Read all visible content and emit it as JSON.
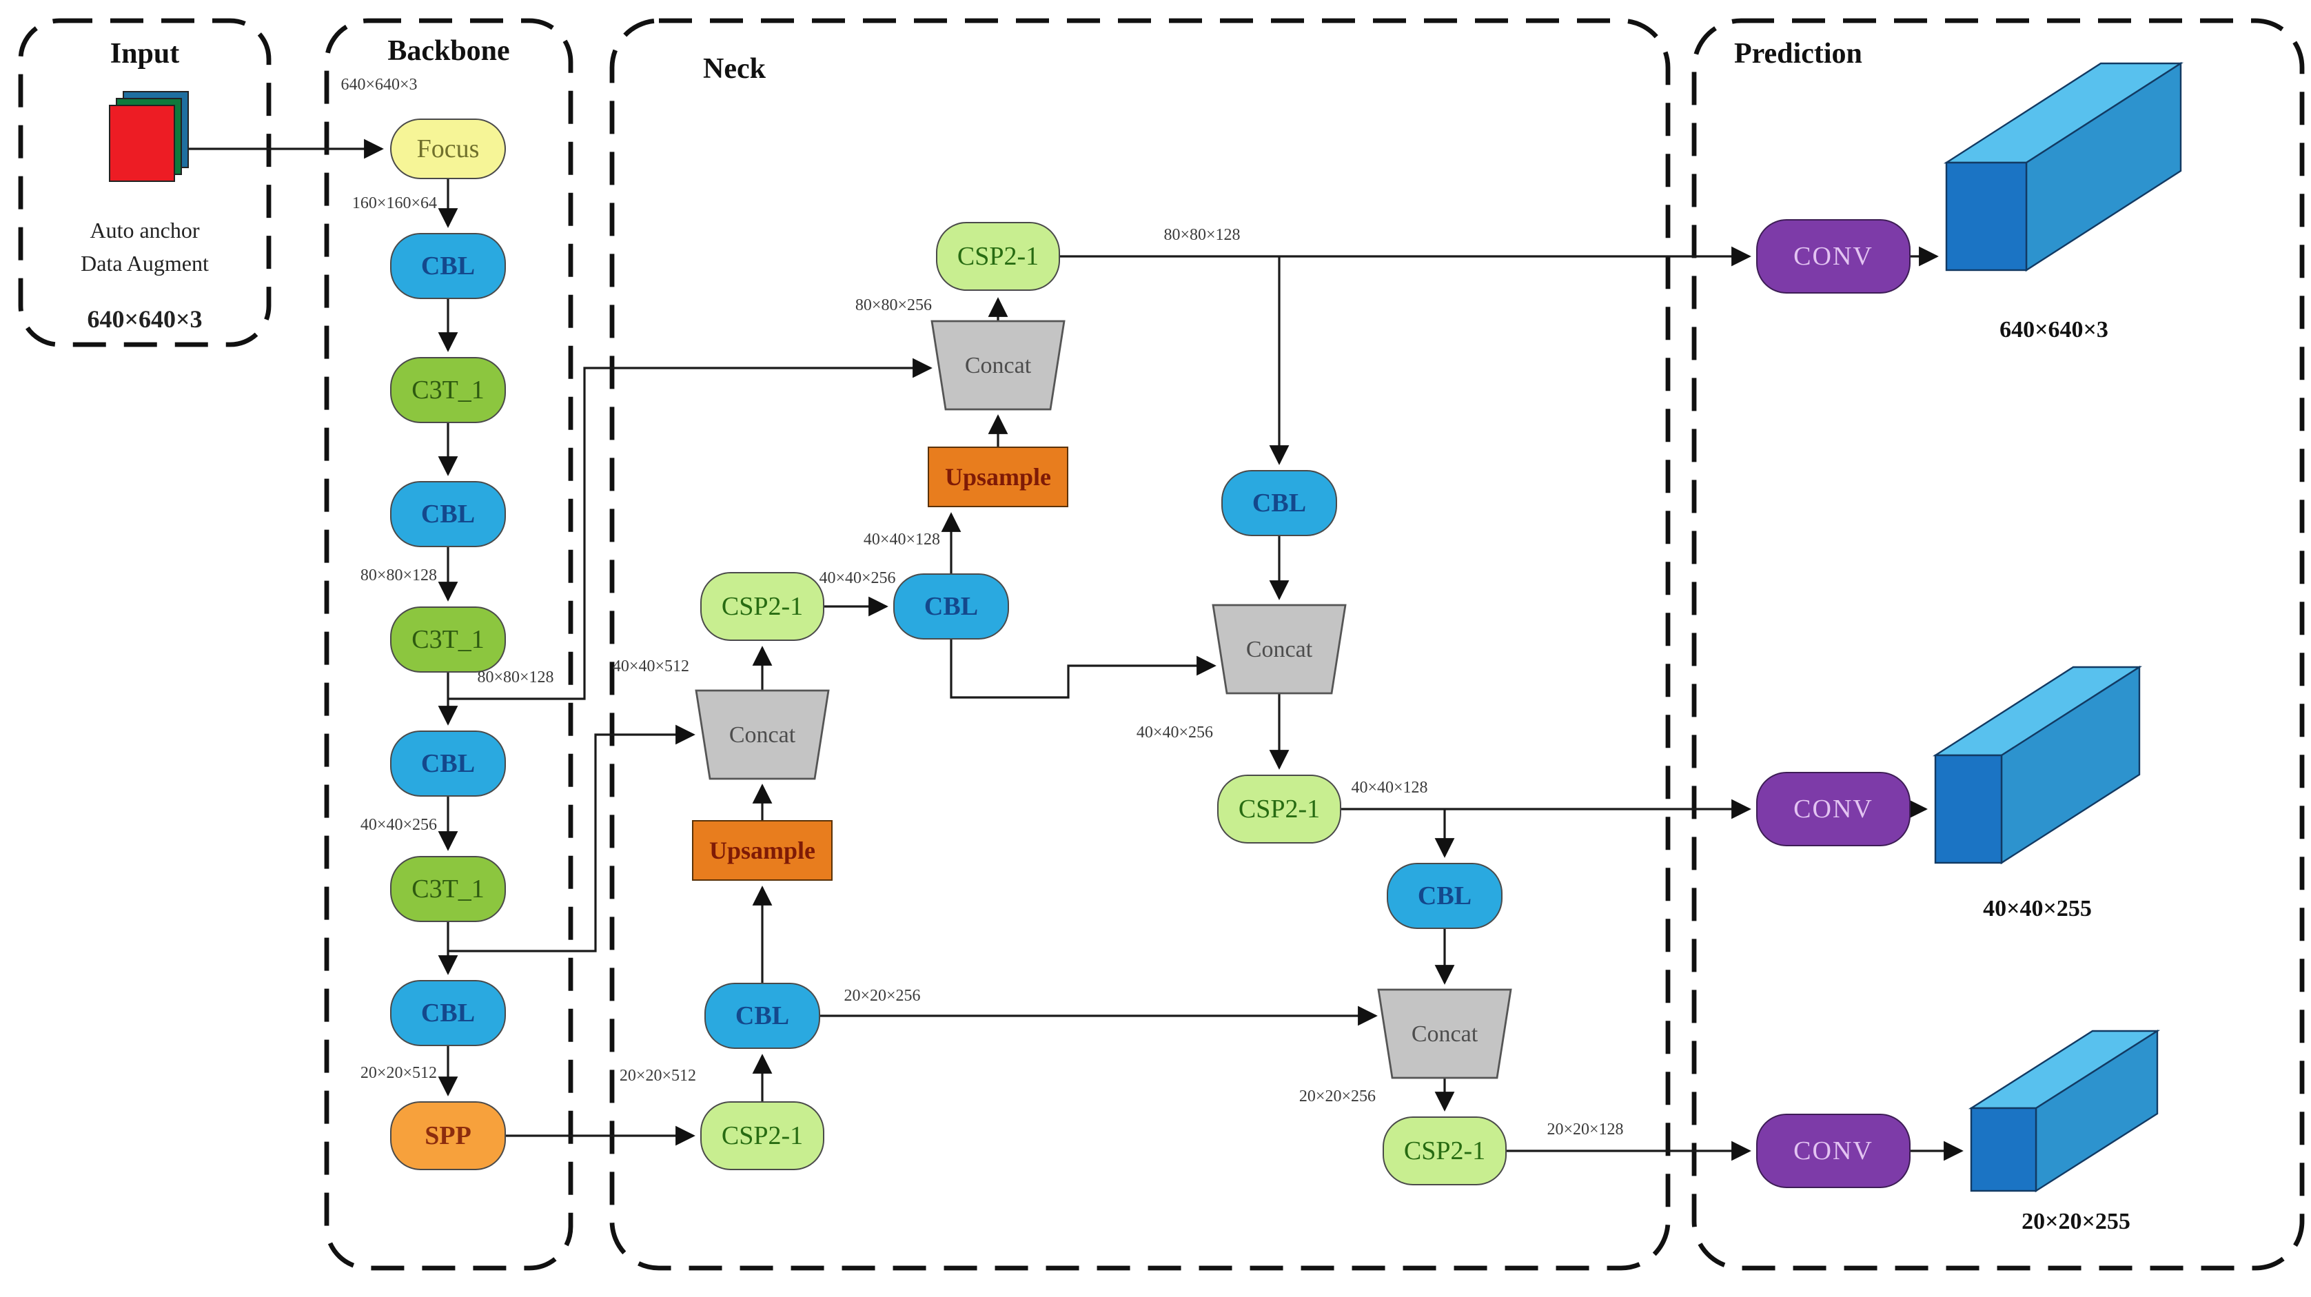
{
  "sections": {
    "input": "Input",
    "backbone": "Backbone",
    "neck": "Neck",
    "prediction": "Prediction"
  },
  "nodes": {
    "focus": "Focus",
    "cbl": "CBL",
    "c3t": "C3T_1",
    "spp": "SPP",
    "csp": "CSP2-1",
    "concat": "Concat",
    "upsample": "Upsample",
    "conv": "CONV"
  },
  "input": {
    "line1": "Auto anchor",
    "line2": "Data Augment",
    "size": "640×640×3"
  },
  "dims": {
    "d640x3": "640×640×3",
    "d160x64": "160×160×64",
    "d80x128": "80×80×128",
    "d80x256": "80×80×256",
    "d40x128": "40×40×128",
    "d40x256": "40×40×256",
    "d40x512": "40×40×512",
    "d20x128": "20×20×128",
    "d20x256": "20×20×256",
    "d20x512": "20×20×512"
  },
  "outputs": {
    "large": "640×640×3",
    "medium": "40×40×255",
    "small": "20×20×255"
  },
  "colors": {
    "cbl": "#2AA9E0",
    "focus": "#F6F597",
    "c3t": "#8CC63F",
    "spp": "#F7A13C",
    "csp": "#C8EE90",
    "upsample": "#E87D1E",
    "concat": "#C4C4C4",
    "conv": "#7D3BA8",
    "cuboid_front": "#1B74C4",
    "cuboid_top": "#58C1EE",
    "cuboid_side": "#2D93CE",
    "input_red": "#ED1C24",
    "input_green": "#0E7A3C",
    "input_blue": "#1F6FA0"
  }
}
